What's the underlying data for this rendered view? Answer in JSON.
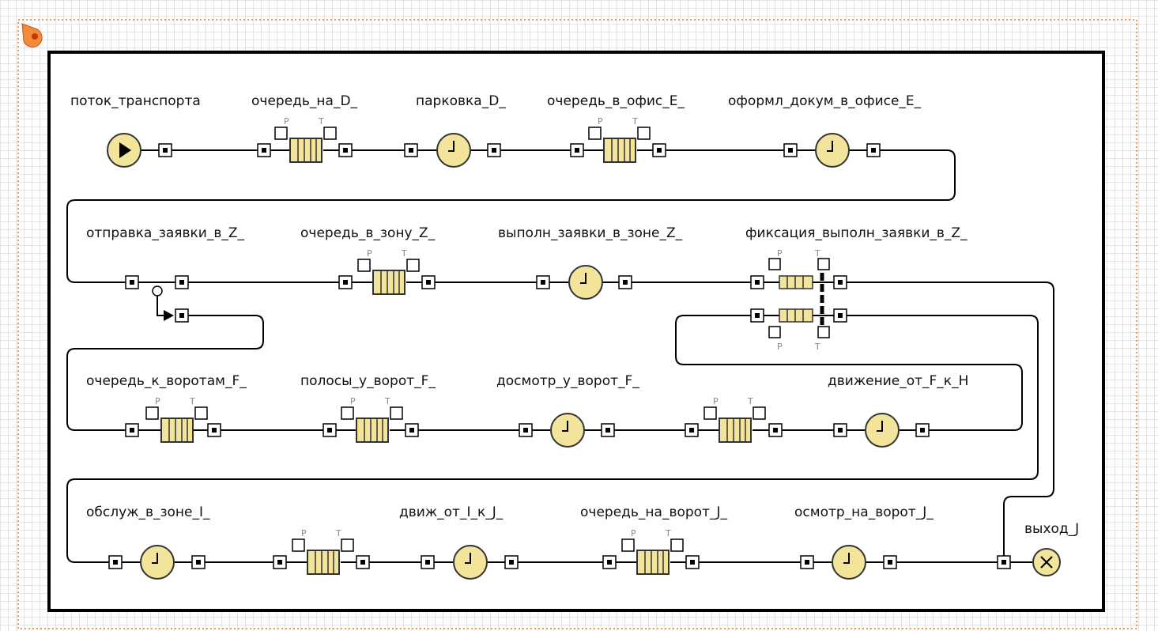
{
  "colors": {
    "block_fill": "#f2e49b",
    "block_stroke": "#333333",
    "frame": "#000000",
    "border_dotted": "#e07b22",
    "marker": "#f28c3a"
  },
  "ports": {
    "p": "P",
    "t": "T"
  },
  "labels": {
    "potok_transporta": "поток_транспорта",
    "ochered_na_D": "очередь_на_D_",
    "parkovka_D": "парковка_D_",
    "ochered_v_ofis_E": "очередь_в_офис_E_",
    "oforml_dokum": "оформл_докум_в_офисе_E_",
    "otpravka_zayavki": "отправка_заявки_в_Z_",
    "ochered_v_zonu_Z": "очередь_в_зону_Z_",
    "vypoln_zayavki": "выполн_заявки_в_зоне_Z_",
    "fiksaciya": "фиксация_выполн_заявки_в_Z_",
    "ochered_k_vorotam_F": "очередь_к_воротам_F_",
    "polosy_u_vorot_F": "полосы_у_ворот_F_",
    "dosmotr_u_vorot_F": "досмотр_у_ворот_F_",
    "dvizhenie_ot_F_k_H": "движение_от_F_к_H",
    "obsluzh_v_zone_I": "обслуж_в_зоне_I_",
    "dvizh_ot_I_k_J": "движ_от_I_к_J_",
    "ochered_na_vorot_J": "очередь_на_ворот_J_",
    "osmotr_na_vorot_J": "осмотр_на_ворот_J_",
    "vyhod_J": "выход_J"
  }
}
